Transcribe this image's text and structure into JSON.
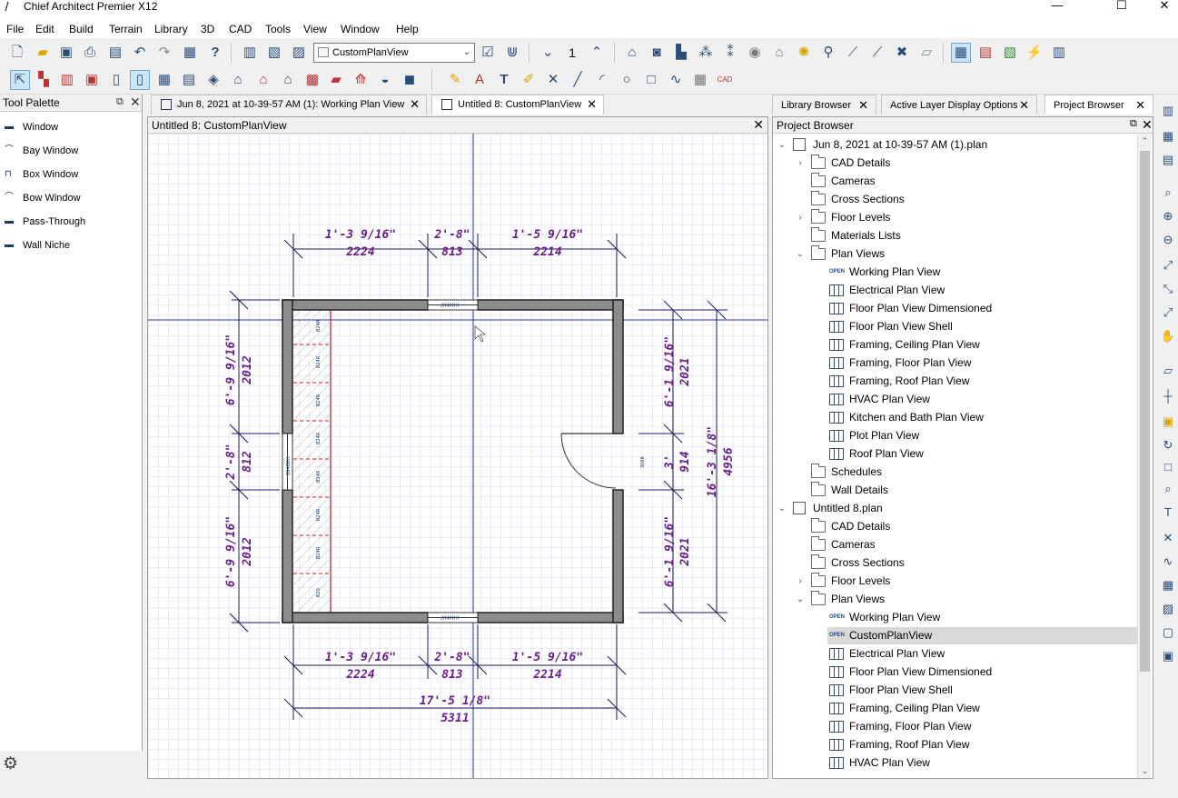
{
  "window": {
    "title": "Chief Architect Premier X12",
    "minimize": "—",
    "maximize": "☐",
    "close": "✕"
  },
  "menu": [
    "File",
    "Edit",
    "Build",
    "Terrain",
    "Library",
    "3D",
    "CAD",
    "Tools",
    "View",
    "Window",
    "Help"
  ],
  "toolbar": {
    "view_select": "CustomPlanView",
    "floor_number": "1"
  },
  "tool_palette": {
    "title": "Tool Palette",
    "items": [
      "Window",
      "Bay Window",
      "Box Window",
      "Bow Window",
      "Pass-Through",
      "Wall Niche"
    ]
  },
  "doc_tabs": [
    {
      "label": "Jun 8, 2021 at 10-39-57 AM (1):  Working Plan View"
    },
    {
      "label": "Untitled 8: CustomPlanView"
    }
  ],
  "plan": {
    "title": "Untitled 8: CustomPlanView",
    "dims": {
      "top_left": "1'-3 9/16\"",
      "top_left_mm": "2224",
      "top_mid": "2'-8\"",
      "top_mid_mm": "813",
      "top_right": "1'-5 9/16\"",
      "top_right_mm": "2214",
      "left_top": "6'-9 9/16\"",
      "left_top_mm": "2012",
      "left_mid": "2'-8\"",
      "left_mid_mm": "812",
      "left_bot": "6'-9 9/16\"",
      "left_bot_mm": "2012",
      "right_top": "6'-1 9/16\"",
      "right_top_mm": "2021",
      "right_mid": "3'",
      "right_mid_mm": "914",
      "right_bot": "6'-1 9/16\"",
      "right_bot_mm": "2021",
      "right_total": "16'-3 1/8\"",
      "right_total_mm": "4956",
      "bot_left": "1'-3 9/16\"",
      "bot_left_mm": "2224",
      "bot_mid": "2'-8\"",
      "bot_mid_mm": "813",
      "bot_right": "1'-5 9/16\"",
      "bot_right_mm": "2214",
      "bot_total": "17'-5 1/8\"",
      "bot_total_mm": "5311"
    },
    "window_label": "2840DH",
    "door_label": "3068",
    "cabinet_labels": [
      "B24R",
      "B24R",
      "B24R",
      "B24R",
      "B24R",
      "B24R",
      "B24R",
      "B20"
    ]
  },
  "right_tabs": [
    {
      "label": "Library Browser"
    },
    {
      "label": "Active Layer Display Options"
    },
    {
      "label": "Project Browser"
    }
  ],
  "project_browser": {
    "title": "Project Browser",
    "rows": [
      {
        "label": "Jun 8, 2021 at 10-39-57 AM (1).plan",
        "icon": "plan-file-icon",
        "level": 0,
        "expander": "down"
      },
      {
        "label": "CAD Details",
        "icon": "folder-icon",
        "level": 1,
        "expander": "right"
      },
      {
        "label": "Cameras",
        "icon": "folder-icon",
        "level": 1,
        "expander": ""
      },
      {
        "label": "Cross Sections",
        "icon": "folder-icon",
        "level": 1,
        "expander": ""
      },
      {
        "label": "Floor Levels",
        "icon": "folder-icon",
        "level": 1,
        "expander": "right"
      },
      {
        "label": "Materials Lists",
        "icon": "folder-icon",
        "level": 1,
        "expander": ""
      },
      {
        "label": "Plan Views",
        "icon": "folder-icon",
        "level": 1,
        "expander": "down"
      },
      {
        "label": "Working Plan View",
        "icon": "open-icon",
        "level": 2,
        "expander": ""
      },
      {
        "label": "Electrical Plan View",
        "icon": "plan-view-icon",
        "level": 2,
        "expander": ""
      },
      {
        "label": "Floor Plan View Dimensioned",
        "icon": "plan-view-icon",
        "level": 2,
        "expander": ""
      },
      {
        "label": "Floor Plan View Shell",
        "icon": "plan-view-icon",
        "level": 2,
        "expander": ""
      },
      {
        "label": "Framing, Ceiling Plan View",
        "icon": "plan-view-icon",
        "level": 2,
        "expander": ""
      },
      {
        "label": "Framing, Floor Plan View",
        "icon": "plan-view-icon",
        "level": 2,
        "expander": ""
      },
      {
        "label": "Framing, Roof Plan View",
        "icon": "plan-view-icon",
        "level": 2,
        "expander": ""
      },
      {
        "label": "HVAC Plan View",
        "icon": "plan-view-icon",
        "level": 2,
        "expander": ""
      },
      {
        "label": "Kitchen and Bath Plan View",
        "icon": "plan-view-icon",
        "level": 2,
        "expander": ""
      },
      {
        "label": "Plot Plan View",
        "icon": "plan-view-icon",
        "level": 2,
        "expander": ""
      },
      {
        "label": "Roof Plan View",
        "icon": "plan-view-icon",
        "level": 2,
        "expander": ""
      },
      {
        "label": "Schedules",
        "icon": "folder-icon",
        "level": 1,
        "expander": ""
      },
      {
        "label": "Wall Details",
        "icon": "folder-icon",
        "level": 1,
        "expander": ""
      },
      {
        "label": "Untitled 8.plan",
        "icon": "plan-file-icon",
        "level": 0,
        "expander": "down"
      },
      {
        "label": "CAD Details",
        "icon": "folder-icon",
        "level": 1,
        "expander": ""
      },
      {
        "label": "Cameras",
        "icon": "folder-icon",
        "level": 1,
        "expander": ""
      },
      {
        "label": "Cross Sections",
        "icon": "folder-icon",
        "level": 1,
        "expander": ""
      },
      {
        "label": "Floor Levels",
        "icon": "folder-icon",
        "level": 1,
        "expander": "right"
      },
      {
        "label": "Plan Views",
        "icon": "folder-icon",
        "level": 1,
        "expander": "down"
      },
      {
        "label": "Working Plan View",
        "icon": "open-icon",
        "level": 2,
        "expander": ""
      },
      {
        "label": "CustomPlanView",
        "icon": "open-icon",
        "level": 2,
        "expander": "",
        "selected": true
      },
      {
        "label": "Electrical Plan View",
        "icon": "plan-view-icon",
        "level": 2,
        "expander": ""
      },
      {
        "label": "Floor Plan View Dimensioned",
        "icon": "plan-view-icon",
        "level": 2,
        "expander": ""
      },
      {
        "label": "Floor Plan View Shell",
        "icon": "plan-view-icon",
        "level": 2,
        "expander": ""
      },
      {
        "label": "Framing, Ceiling Plan View",
        "icon": "plan-view-icon",
        "level": 2,
        "expander": ""
      },
      {
        "label": "Framing, Floor Plan View",
        "icon": "plan-view-icon",
        "level": 2,
        "expander": ""
      },
      {
        "label": "Framing, Roof Plan View",
        "icon": "plan-view-icon",
        "level": 2,
        "expander": ""
      },
      {
        "label": "HVAC Plan View",
        "icon": "plan-view-icon",
        "level": 2,
        "expander": ""
      }
    ]
  },
  "open_tag": "OPEN"
}
